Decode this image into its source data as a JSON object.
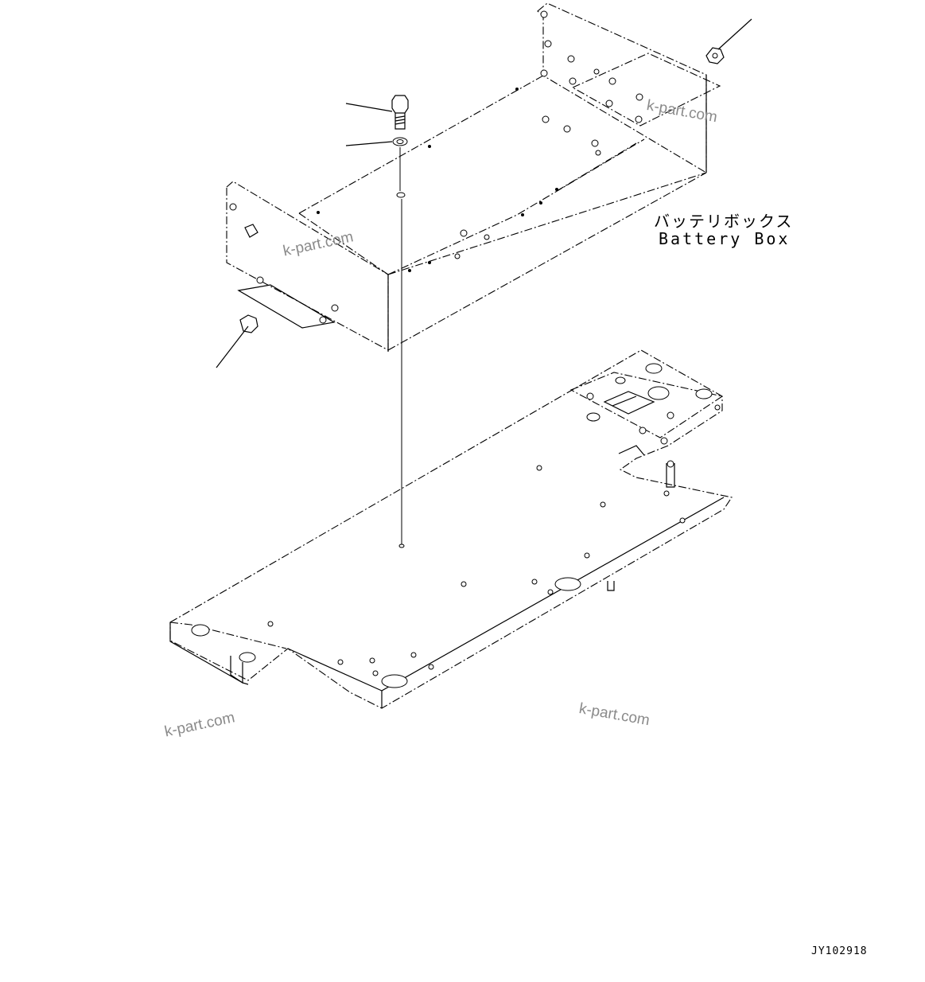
{
  "diagram": {
    "part_label_japanese": "バッテリボックス",
    "part_label_english": "Battery Box",
    "drawing_code": "JY102918",
    "watermarks": [
      "k-part.com",
      "k-part.com",
      "k-part.com",
      "k-part.com"
    ]
  }
}
